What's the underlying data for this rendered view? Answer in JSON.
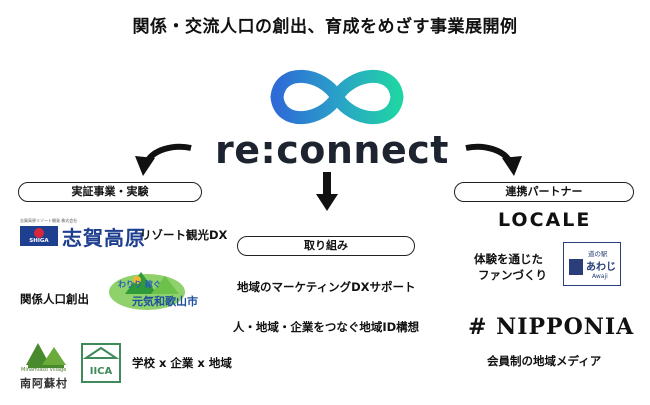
{
  "title": "関係・交流人口の創出、育成をめざす事業展開例",
  "logo": {
    "text": "re:connect",
    "icon": "infinity-gradient-icon",
    "gradient_from": "#2e6bd6",
    "gradient_to": "#20d3a5"
  },
  "left": {
    "label": "実証事業・実験",
    "items": [
      {
        "text": "リゾート観光DX",
        "logo_caption": "SHIGA KOGEN",
        "logo_mark": "志賀高原"
      },
      {
        "text": "関係人口創出",
        "logo_mark": "元気和歌山市",
        "logo_sub": "わりり 稼ぐ"
      },
      {
        "text": "学校 x 企業 x 地域",
        "logo_caption": "Minamiaso Village",
        "logo_mark": "南阿蘇村",
        "logo_mark2": "IICA"
      }
    ]
  },
  "center": {
    "label": "取り組み",
    "items": [
      "地域のマーケティングDXサポート",
      "人・地域・企業をつなぐ地域ID構想"
    ]
  },
  "right": {
    "label": "連携パートナー",
    "items": [
      {
        "logo": "LOCALE"
      },
      {
        "text_line1": "体験を通じた",
        "text_line2": "ファンづくり",
        "logo_t1": "道の駅",
        "logo_t2": "あわじ",
        "logo_t3": "Awaji"
      },
      {
        "logo": "NIPPONIA",
        "text": "会員制の地域メディア"
      }
    ]
  }
}
